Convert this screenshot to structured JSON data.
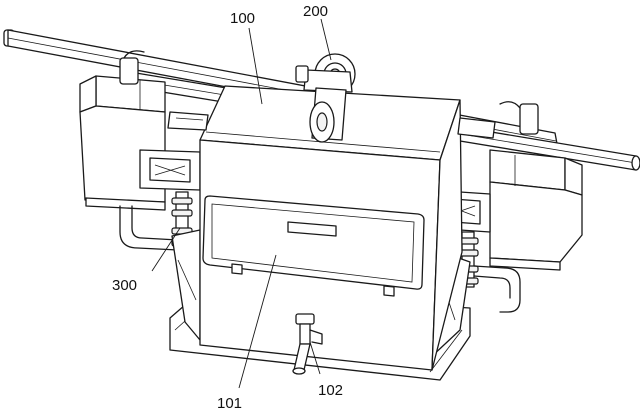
{
  "labels": {
    "housing": "100",
    "roller_unit": "200",
    "side_assembly": "300",
    "drawer": "101",
    "outlet": "102"
  },
  "colors": {
    "ink": "#1a1a1a",
    "paper": "#ffffff"
  }
}
